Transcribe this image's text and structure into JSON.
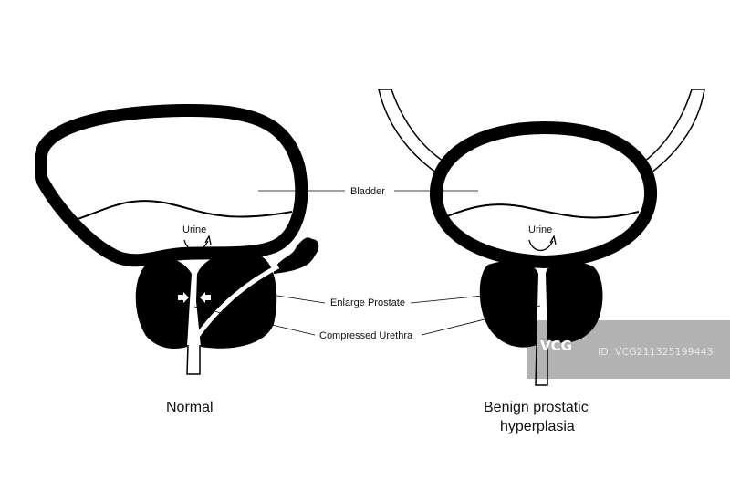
{
  "labels": {
    "bladder": "Bladder",
    "urine_left": "Urine",
    "urine_right": "Urine",
    "enlarge_prostate": "Enlarge Prostate",
    "compressed_urethra": "Compressed Urethra"
  },
  "captions": {
    "normal": "Normal",
    "bph_line1": "Benign prostatic",
    "bph_line2": "hyperplasia"
  },
  "watermark": {
    "logo": "VCG",
    "id": "ID: VCG211325199443"
  },
  "colors": {
    "ink": "#000000",
    "background": "#ffffff",
    "watermark": "#b3b3b3"
  }
}
